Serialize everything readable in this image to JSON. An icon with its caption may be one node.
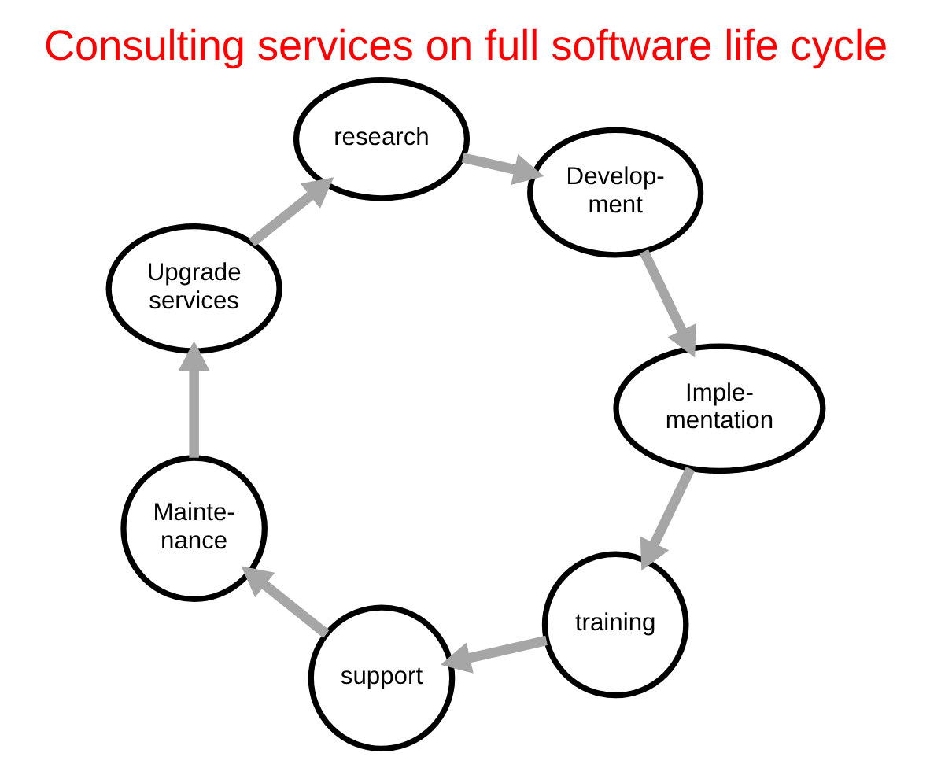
{
  "diagram": {
    "title": "Consulting services on full software life cycle",
    "nodes": [
      {
        "text": [
          "research"
        ]
      },
      {
        "text": [
          "Develop- ment"
        ]
      },
      {
        "text": [
          "Imple- mentation"
        ]
      },
      {
        "text": [
          "training"
        ]
      },
      {
        "text": [
          "support"
        ]
      },
      {
        "text": [
          "Mainte- nance"
        ]
      },
      {
        "text": [
          "Upgrade services"
        ]
      }
    ],
    "edges": [
      {
        "from": 0,
        "to": 1,
        "arrow": "to"
      },
      {
        "from": 1,
        "to": 2,
        "arrow": "to"
      },
      {
        "from": 2,
        "to": 3,
        "arrow": "to"
      },
      {
        "from": 3,
        "to": 4,
        "arrow": "to"
      },
      {
        "from": 4,
        "to": 5,
        "arrow": "to"
      },
      {
        "from": 5,
        "to": 6,
        "arrow": "to"
      },
      {
        "from": 6,
        "to": 0,
        "arrow": "to"
      }
    ]
  }
}
